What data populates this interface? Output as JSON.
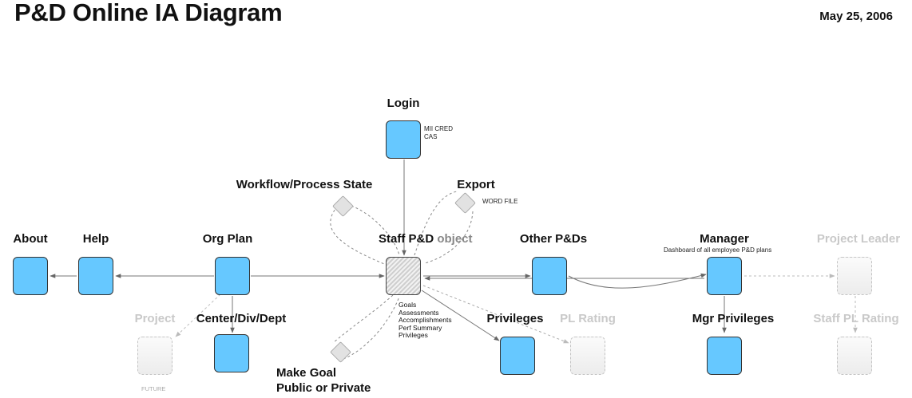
{
  "header": {
    "title": "P&D Online IA Diagram",
    "date": "May 25, 2006"
  },
  "nodes": {
    "login": {
      "label": "Login",
      "note_lines": [
        "MII CRED",
        "CAS"
      ]
    },
    "workflow": {
      "label": "Workflow/Process State"
    },
    "export": {
      "label": "Export",
      "note": "WORD FILE"
    },
    "about": {
      "label": "About"
    },
    "help": {
      "label": "Help"
    },
    "org_plan": {
      "label": "Org Plan"
    },
    "staff_pd": {
      "label": "Staff P&D",
      "sub": "object",
      "details": [
        "Goals",
        "Assessments",
        "Accomplishments",
        "Perf Summary",
        "Privileges"
      ]
    },
    "other_pds": {
      "label": "Other P&Ds"
    },
    "manager": {
      "label": "Manager",
      "note": "Dashboard of all employee P&D plans"
    },
    "project_leader": {
      "label": "Project Leader"
    },
    "project": {
      "label": "Project",
      "note": "FUTURE"
    },
    "center": {
      "label": "Center/Div/Dept"
    },
    "privileges": {
      "label": "Privileges"
    },
    "pl_rating": {
      "label": "PL Rating"
    },
    "mgr_privileges": {
      "label": "Mgr Privileges"
    },
    "staff_pl_rating": {
      "label": "Staff PL Rating"
    },
    "make_goal": {
      "label_lines": [
        "Make Goal",
        "Public or Private"
      ]
    }
  },
  "colors": {
    "node_fill": "#66c8ff",
    "node_border": "#333333",
    "faded_text": "#c9c9c9",
    "edge": "#777777"
  }
}
